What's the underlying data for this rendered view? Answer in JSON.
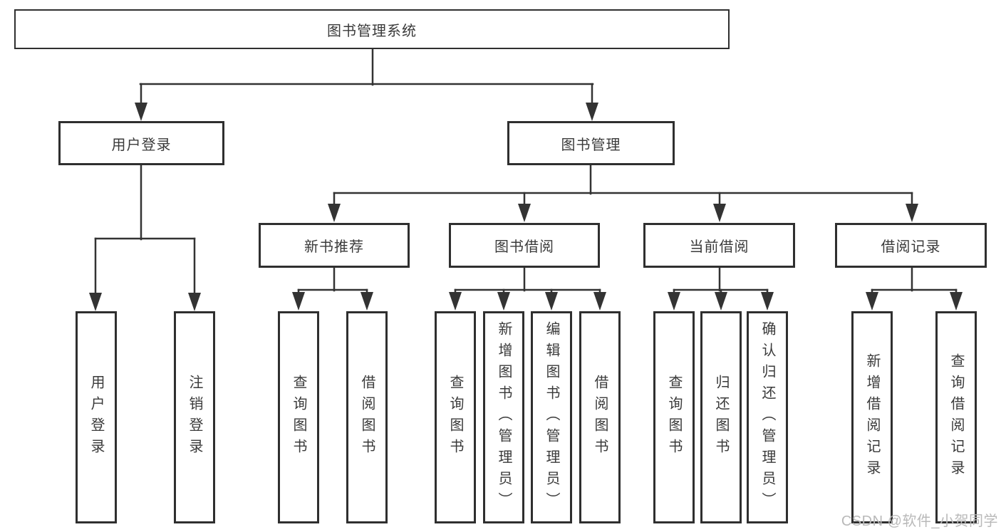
{
  "tree": {
    "root": "图书管理系统",
    "branches": [
      {
        "label": "用户登录",
        "children": [
          "用户登录",
          "注销登录"
        ]
      },
      {
        "label": "图书管理",
        "groups": [
          {
            "label": "新书推荐",
            "children": [
              "查询图书",
              "借阅图书"
            ]
          },
          {
            "label": "图书借阅",
            "children": [
              "查询图书",
              "新增图书（管理员）",
              "编辑图书（管理员）",
              "借阅图书"
            ]
          },
          {
            "label": "当前借阅",
            "children": [
              "查询图书",
              "归还图书",
              "确认归还（管理员）"
            ]
          },
          {
            "label": "借阅记录",
            "children": [
              "新增借阅记录",
              "查询借阅记录"
            ]
          }
        ]
      }
    ]
  },
  "watermark": {
    "text": "CSDN @软件_小贺同学"
  },
  "colors": {
    "line": "#333333",
    "box_border": "#2f2f2f",
    "text": "#3a3a3a",
    "watermark": "#b9b9b9",
    "background": "#ffffff"
  }
}
